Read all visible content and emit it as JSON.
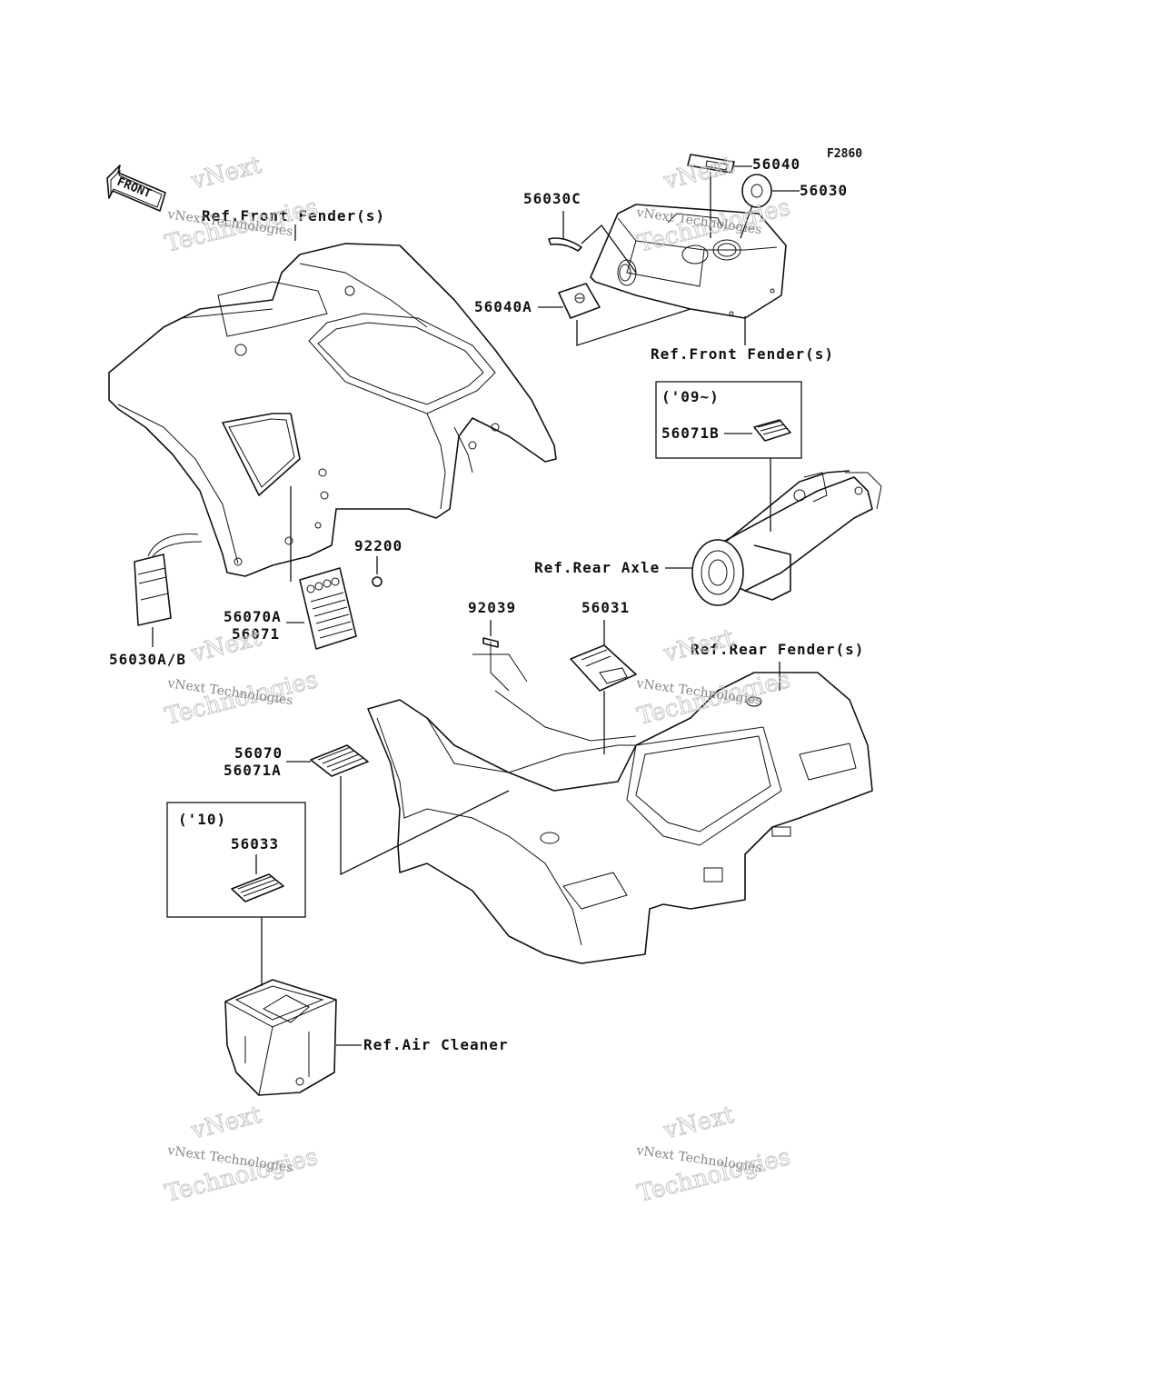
{
  "figure_code": "F2860",
  "front_arrow_label": "FRONT",
  "watermark": {
    "brand": "vNext",
    "line": "vNext Technologies",
    "sub": "Technologies"
  },
  "refs": {
    "front_fender_left": "Ref.Front Fender(s)",
    "front_fender_right": "Ref.Front Fender(s)",
    "rear_axle": "Ref.Rear Axle",
    "rear_fender": "Ref.Rear Fender(s)",
    "air_cleaner": "Ref.Air Cleaner"
  },
  "year_boxes": {
    "box_09": "('09~)",
    "box_10": "('10)"
  },
  "parts": {
    "p56040": "56040",
    "p56030": "56030",
    "p56030C": "56030C",
    "p56040A": "56040A",
    "p56071B": "56071B",
    "p92200": "92200",
    "p56070A": "56070A",
    "p56071": "56071",
    "p56030AB": "56030A/B",
    "p92039": "92039",
    "p56031": "56031",
    "p56070": "56070",
    "p56071A": "56071A",
    "p56033": "56033"
  }
}
